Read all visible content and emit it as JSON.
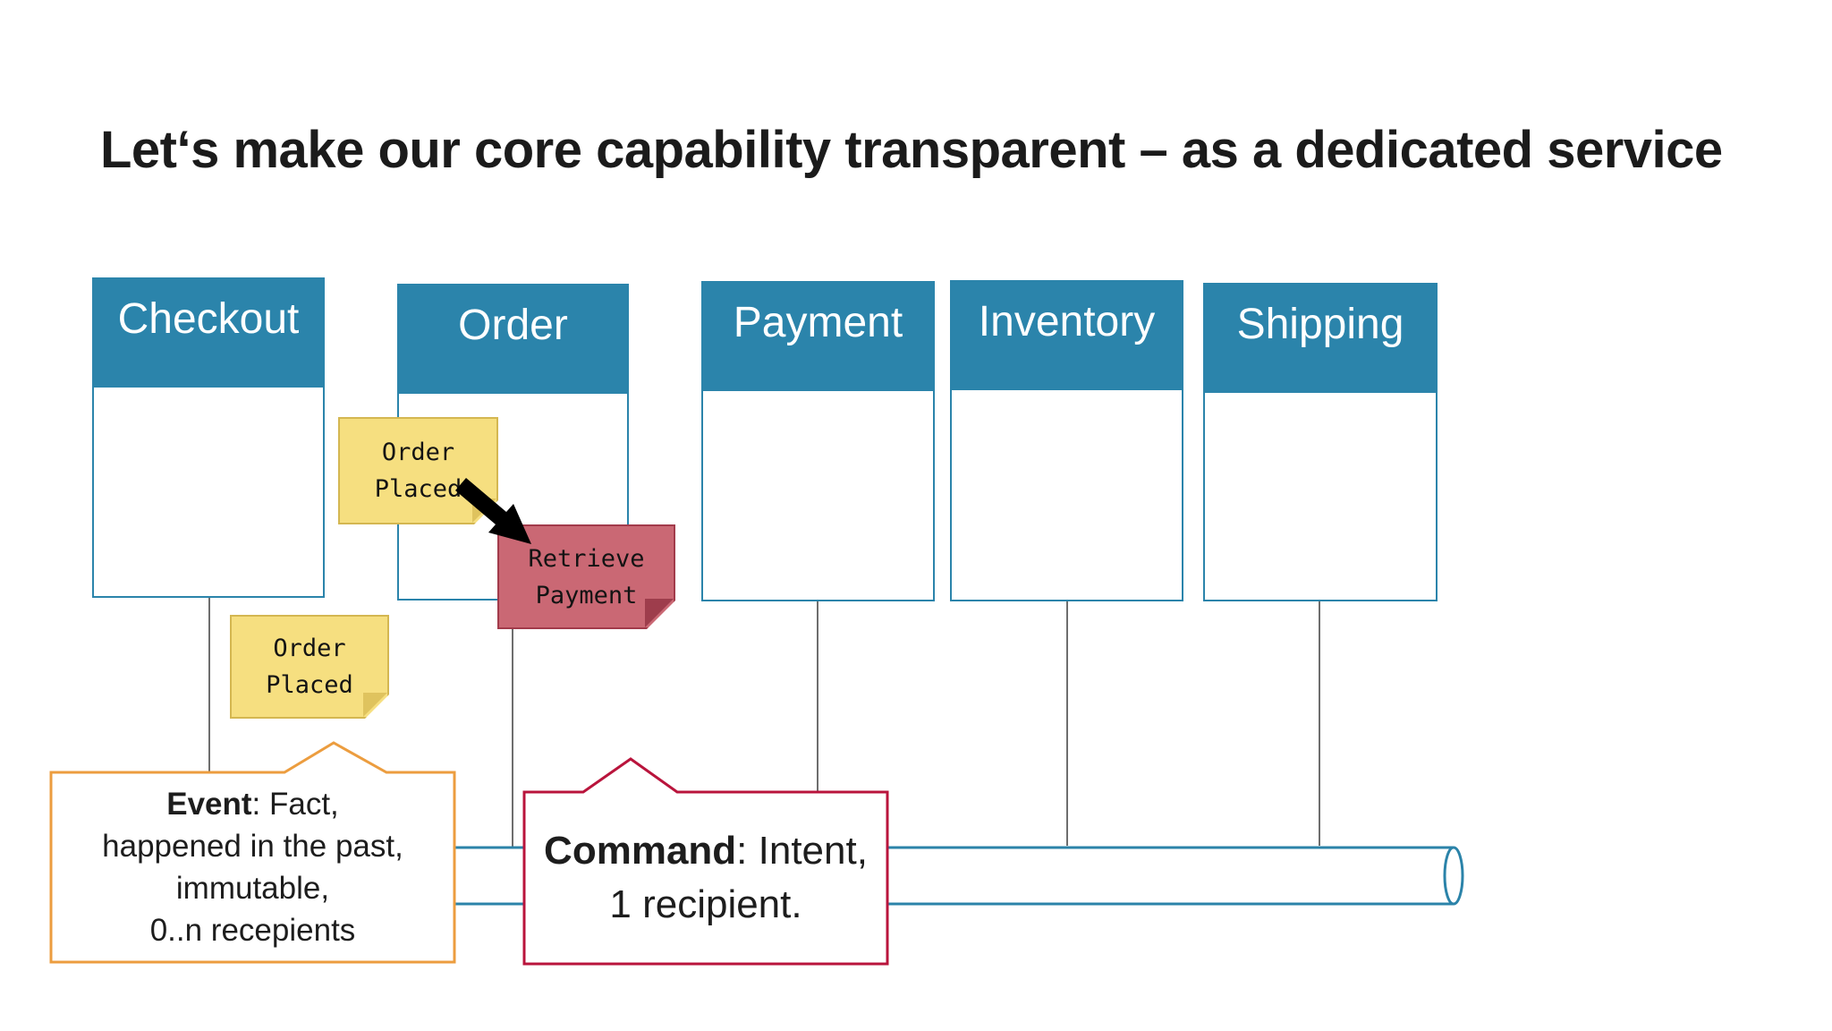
{
  "title": "Let‘s make our core capability transparent – as a dedicated service",
  "services": [
    {
      "label": "Checkout"
    },
    {
      "label": "Order"
    },
    {
      "label": "Payment"
    },
    {
      "label": "Inventory"
    },
    {
      "label": "Shipping"
    }
  ],
  "notes": [
    {
      "id": "order-placed-top",
      "type": "event-note",
      "lines": [
        "Order",
        "Placed"
      ]
    },
    {
      "id": "order-placed-bottom",
      "type": "event-note",
      "lines": [
        "Order",
        "Placed"
      ]
    },
    {
      "id": "retrieve-payment",
      "type": "command-note",
      "lines": [
        "Retrieve",
        "Payment"
      ]
    }
  ],
  "callouts": {
    "event": {
      "term": "Event",
      "term_suffix": ": Fact,",
      "line2": "happened in the past,",
      "line3": "immutable,",
      "line4": "0..n recepients"
    },
    "command": {
      "term": "Command",
      "term_suffix": ": Intent,",
      "line2": "1 recipient."
    }
  },
  "colors": {
    "service_header": "#2b84ab",
    "service_border": "#2b84ab",
    "note_yellow_fill": "#f6df80",
    "note_yellow_border": "#d4b751",
    "note_red_fill": "#ca6874",
    "note_red_border": "#a23b4b",
    "event_callout_border": "#ec9d3f",
    "command_callout_border": "#b9143c",
    "pipe_stroke": "#2b83a9",
    "connector_line": "#6e6e6e",
    "arrow": "#000000",
    "title_text": "#1b1b1b"
  }
}
